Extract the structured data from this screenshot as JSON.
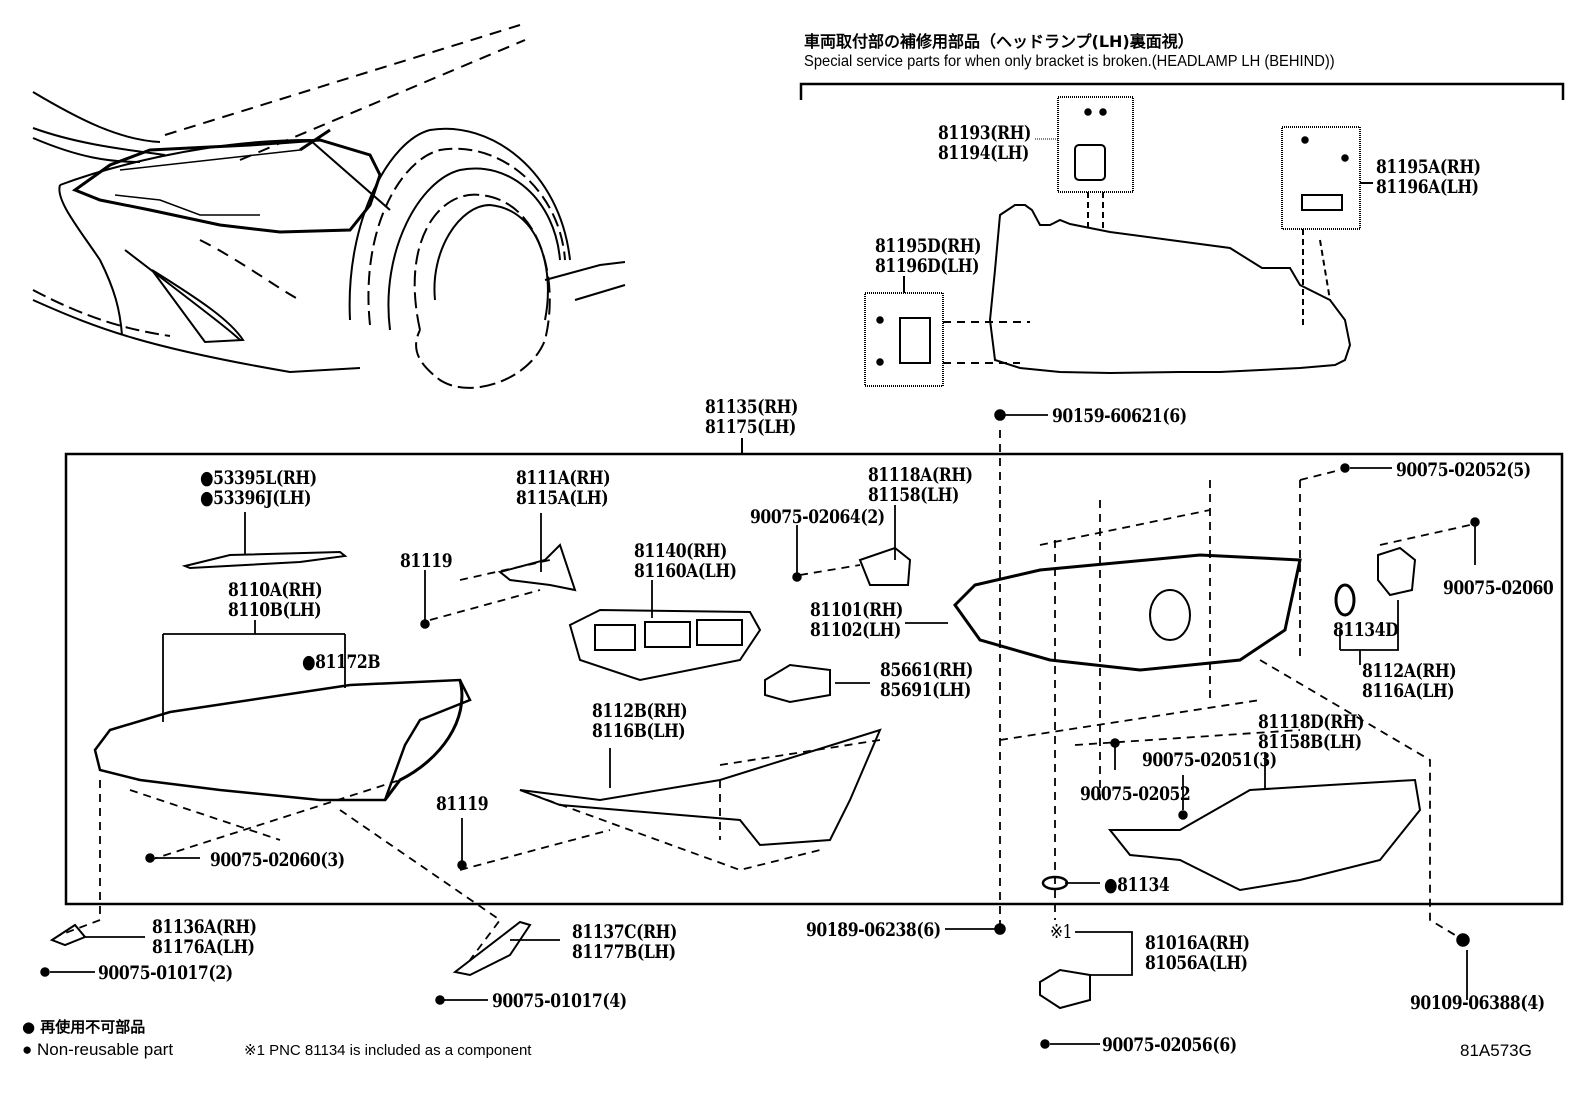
{
  "header": {
    "title_jp": "車両取付部の補修用部品（ヘッドランプ(LH)裏面視）",
    "title_en": "Special service parts for when only bracket is broken.(HEADLAMP LH (BEHIND))"
  },
  "service_parts": [
    {
      "id": "sp-81193",
      "lines": [
        "81193(RH)",
        "81194(LH)"
      ]
    },
    {
      "id": "sp-81195a",
      "lines": [
        "81195A(RH)",
        "81196A(LH)"
      ]
    },
    {
      "id": "sp-81195d",
      "lines": [
        "81195D(RH)",
        "81196D(LH)"
      ]
    }
  ],
  "assembly": {
    "lines": [
      "81135(RH)",
      "81175(LH)"
    ]
  },
  "parts": [
    {
      "id": "p-53395l",
      "lines": [
        "●53395L(RH)",
        "●53396J(LH)"
      ]
    },
    {
      "id": "p-8111a",
      "lines": [
        "8111A(RH)",
        "8115A(LH)"
      ]
    },
    {
      "id": "p-81119a",
      "lines": [
        "81119"
      ]
    },
    {
      "id": "p-81140",
      "lines": [
        "81140(RH)",
        "81160A(LH)"
      ]
    },
    {
      "id": "p-90075-02064",
      "lines": [
        "90075-02064(2)"
      ]
    },
    {
      "id": "p-81118a",
      "lines": [
        "81118A(RH)",
        "81158(LH)"
      ]
    },
    {
      "id": "p-81101",
      "lines": [
        "81101(RH)",
        "81102(LH)"
      ]
    },
    {
      "id": "p-85661",
      "lines": [
        "85661(RH)",
        "85691(LH)"
      ]
    },
    {
      "id": "p-8110a",
      "lines": [
        "8110A(RH)",
        "8110B(LH)"
      ]
    },
    {
      "id": "p-81172b",
      "lines": [
        "●81172B"
      ]
    },
    {
      "id": "p-8112b",
      "lines": [
        "8112B(RH)",
        "8116B(LH)"
      ]
    },
    {
      "id": "p-81119b",
      "lines": [
        "81119"
      ]
    },
    {
      "id": "p-90075-02060-3",
      "lines": [
        "90075-02060(3)"
      ]
    },
    {
      "id": "p-90159",
      "lines": [
        "90159-60621(6)"
      ]
    },
    {
      "id": "p-90075-02052-5",
      "lines": [
        "90075-02052(5)"
      ]
    },
    {
      "id": "p-90075-02060",
      "lines": [
        "90075-02060"
      ]
    },
    {
      "id": "p-81134d",
      "lines": [
        "81134D"
      ]
    },
    {
      "id": "p-8112a",
      "lines": [
        "8112A(RH)",
        "8116A(LH)"
      ]
    },
    {
      "id": "p-81118d",
      "lines": [
        "81118D(RH)",
        "81158B(LH)"
      ]
    },
    {
      "id": "p-90075-02051",
      "lines": [
        "90075-02051(3)"
      ]
    },
    {
      "id": "p-90075-02052",
      "lines": [
        "90075-02052"
      ]
    },
    {
      "id": "p-81134",
      "lines": [
        "●81134"
      ]
    },
    {
      "id": "p-81136a",
      "lines": [
        "81136A(RH)",
        "81176A(LH)"
      ]
    },
    {
      "id": "p-90075-01017-2",
      "lines": [
        "90075-01017(2)"
      ]
    },
    {
      "id": "p-81137c",
      "lines": [
        "81137C(RH)",
        "81177B(LH)"
      ]
    },
    {
      "id": "p-90075-01017-4",
      "lines": [
        "90075-01017(4)"
      ]
    },
    {
      "id": "p-90189",
      "lines": [
        "90189-06238(6)"
      ]
    },
    {
      "id": "p-note1",
      "lines": [
        "※1"
      ]
    },
    {
      "id": "p-81016a",
      "lines": [
        "81016A(RH)",
        "81056A(LH)"
      ]
    },
    {
      "id": "p-90075-02056",
      "lines": [
        "90075-02056(6)"
      ]
    },
    {
      "id": "p-90109",
      "lines": [
        "90109-06388(4)"
      ]
    }
  ],
  "legend": {
    "jp": "● 再使用不可部品",
    "en": "● Non-reusable part",
    "note": "※1 PNC 81134 is included as a component"
  },
  "figure_code": "81A573G"
}
